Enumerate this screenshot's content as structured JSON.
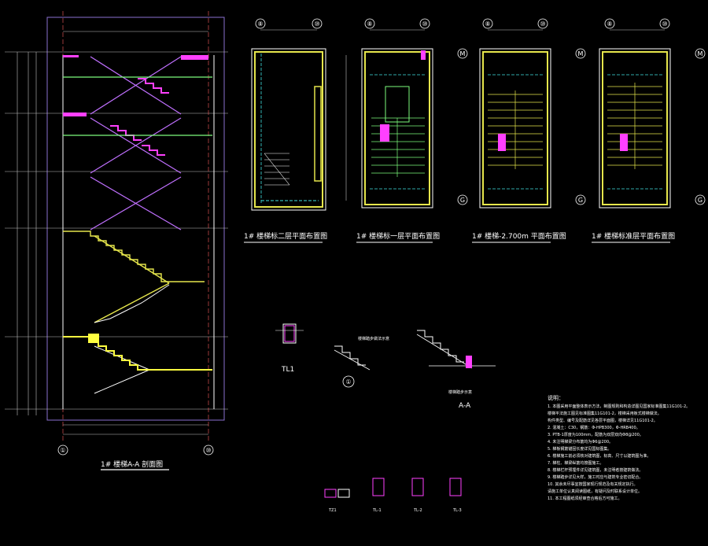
{
  "grid_bubbles": {
    "section_left": "①",
    "section_right": "⑩",
    "plan_8": "⑧",
    "plan_10": "⑩",
    "plan_m": "M",
    "plan_g": "G"
  },
  "titles": {
    "section": "1# 楼梯A-A 剖面图",
    "plan1": "1# 楼梯标二层平面布置图",
    "plan2": "1# 楼梯标一层平面布置图",
    "plan3": "1# 楼梯-2.700m 平面布置图",
    "plan4": "1# 楼梯标准层平面布置图",
    "detail_tl1": "TL1",
    "detail_1": "①",
    "detail_aa": "A-A",
    "detail_aa_note": "楼梯踏步示意",
    "detail_1_note": "楼梯踏步做法示意",
    "small1": "TZ1",
    "small2": "TL-1",
    "small3": "TL-2",
    "small4": "TL-3"
  },
  "notes": {
    "heading": "说明：",
    "lines": [
      "1. 本图采用平面整体表示方法，制图规则和构造详图见国家标准图集11G101-2。",
      "   楼梯平法施工图见标准图集11G101-2，楼梯采用板式楼梯做法。",
      "   构件类型、编号及配筋详见各层平面图，楼梯详见11G101-2。",
      "2. 混凝土：C30，钢筋：Φ-HPB300，Φ-HRB400。",
      "3. PTB-1厚度为100mm，配筋为双层双向Φ8@200。",
      "4. 未注明梯梁分布筋均为Φ6@200。",
      "5. 梯板钢筋锚固长度详见国标图集。",
      "6. 楼梯施工前必须核对建筑图，标高、尺寸以建筑图为准。",
      "7. 梯柱、梯梁纵筋均按图施工。",
      "8. 楼梯栏杆预埋件详见建筑图，未注明者按建筑做法。",
      "9. 楼梯踏步详见大样，施工时应与建筑专业密切配合。",
      "10. 其余未尽事宜按国家现行规范及有关规定执行。",
      "   请施工单位认真阅读图纸，有疑问及时联系设计单位。",
      "11. 本工程图纸须经审查合格后方可施工。"
    ]
  },
  "colors": {
    "background": "#000000",
    "line_white": "#ffffff",
    "wall_yellow": "#e6e64c",
    "beam_magenta": "#ff3fff",
    "slab_green": "#7cfc7c",
    "axis_cyan": "#3fe0e0",
    "frame_purple": "#8a6fd0",
    "dim_gray": "#bfbfbf"
  }
}
